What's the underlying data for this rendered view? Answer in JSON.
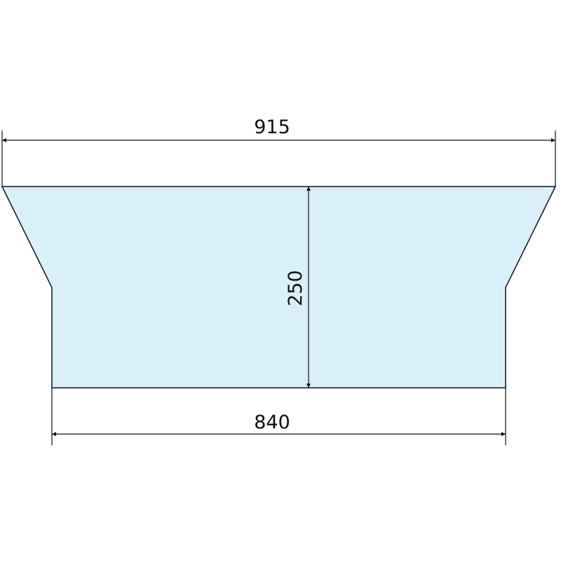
{
  "diagram": {
    "glass_fill": "#d9f0fb",
    "stroke_color": "#111111",
    "dimensions": {
      "top_width": "915",
      "height": "250",
      "bottom_width": "840"
    }
  }
}
